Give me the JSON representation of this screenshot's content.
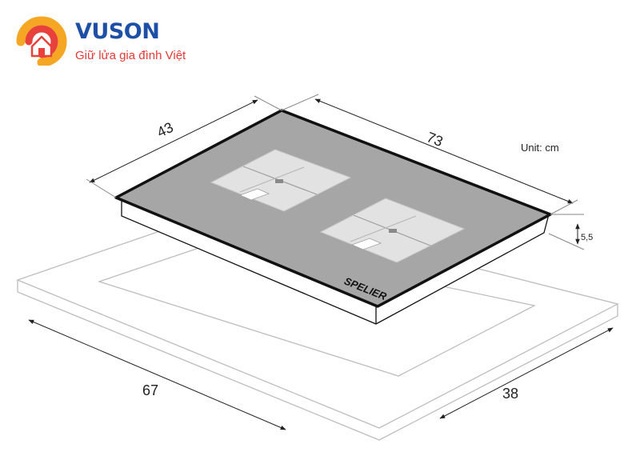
{
  "brand": {
    "name": "VUSON",
    "tagline": "Giữ lửa gia đình Việt",
    "colors": {
      "primary": "#1e4fa6",
      "accent": "#e53935",
      "logo_orange": "#f5a623",
      "logo_red": "#e8403a"
    }
  },
  "diagram": {
    "unit_label": "Unit: cm",
    "dimensions": {
      "top_depth": "43",
      "top_width": "73",
      "height": "5,5",
      "cutout_width": "67",
      "cutout_depth": "38"
    },
    "product_mark": "SPELIER",
    "colors": {
      "glass": "#a6a6a6",
      "edge": "#111111",
      "cutout": "#bdbdbd",
      "zone": "#e2e2e2"
    }
  }
}
